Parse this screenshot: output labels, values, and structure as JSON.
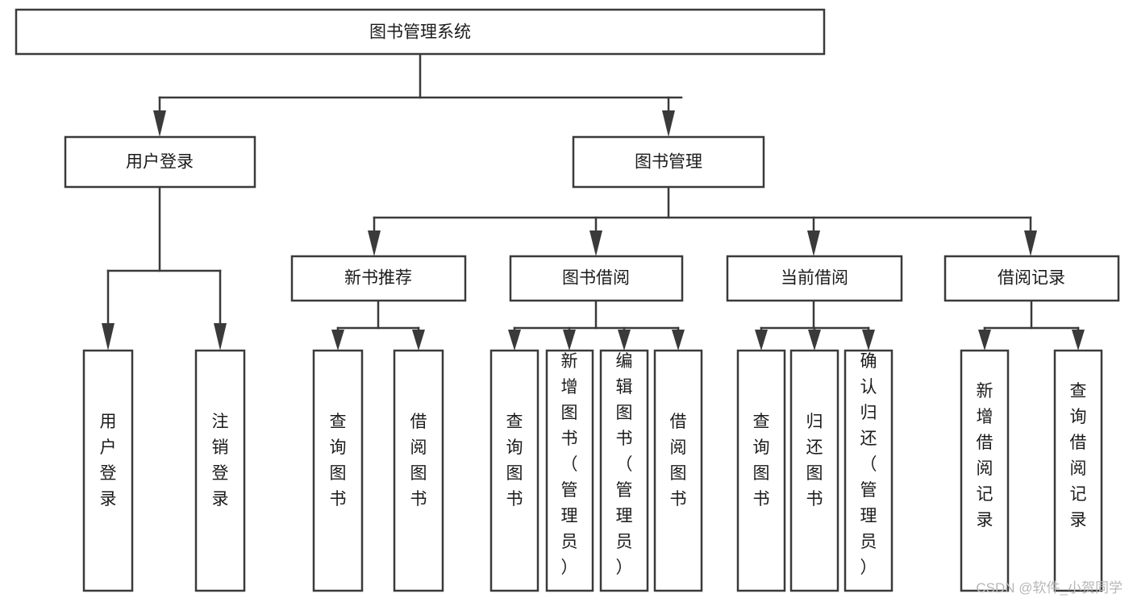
{
  "diagram": {
    "title": "图书管理系统",
    "type": "tree-structure-chart",
    "root": {
      "id": "root",
      "label": "图书管理系统",
      "orientation": "horizontal"
    },
    "level1": [
      {
        "id": "user-login",
        "label": "用户登录",
        "orientation": "horizontal"
      },
      {
        "id": "book-manage",
        "label": "图书管理",
        "orientation": "horizontal"
      }
    ],
    "level2": [
      {
        "id": "new-book-recommend",
        "label": "新书推荐",
        "parent": "book-manage",
        "orientation": "horizontal"
      },
      {
        "id": "book-borrow",
        "label": "图书借阅",
        "parent": "book-manage",
        "orientation": "horizontal"
      },
      {
        "id": "current-borrow",
        "label": "当前借阅",
        "parent": "book-manage",
        "orientation": "horizontal"
      },
      {
        "id": "borrow-record",
        "label": "借阅记录",
        "parent": "book-manage",
        "orientation": "horizontal"
      }
    ],
    "leaves": [
      {
        "id": "leaf-user-login",
        "label": "用户登录",
        "parent": "user-login",
        "orientation": "vertical"
      },
      {
        "id": "leaf-user-logout",
        "label": "注销登录",
        "parent": "user-login",
        "orientation": "vertical"
      },
      {
        "id": "leaf-query-book-1",
        "label": "查询图书",
        "parent": "new-book-recommend",
        "orientation": "vertical"
      },
      {
        "id": "leaf-borrow-book-1",
        "label": "借阅图书",
        "parent": "new-book-recommend",
        "orientation": "vertical"
      },
      {
        "id": "leaf-query-book-2",
        "label": "查询图书",
        "parent": "book-borrow",
        "orientation": "vertical"
      },
      {
        "id": "leaf-add-book",
        "label": "新增图书（管理员）",
        "parent": "book-borrow",
        "orientation": "vertical"
      },
      {
        "id": "leaf-edit-book",
        "label": "编辑图书（管理员）",
        "parent": "book-borrow",
        "orientation": "vertical"
      },
      {
        "id": "leaf-borrow-book-2",
        "label": "借阅图书",
        "parent": "book-borrow",
        "orientation": "vertical"
      },
      {
        "id": "leaf-query-book-3",
        "label": "查询图书",
        "parent": "current-borrow",
        "orientation": "vertical"
      },
      {
        "id": "leaf-return-book",
        "label": "归还图书",
        "parent": "current-borrow",
        "orientation": "vertical"
      },
      {
        "id": "leaf-confirm-return",
        "label": "确认归还（管理员）",
        "parent": "current-borrow",
        "orientation": "vertical"
      },
      {
        "id": "leaf-add-record",
        "label": "新增借阅记录",
        "parent": "borrow-record",
        "orientation": "vertical"
      },
      {
        "id": "leaf-query-record",
        "label": "查询借阅记录",
        "parent": "borrow-record",
        "orientation": "vertical"
      }
    ]
  },
  "watermark": {
    "text": "CSDN @软件_小贺同学"
  },
  "colors": {
    "stroke": "#3a3a3a",
    "fill": "#ffffff",
    "text": "#1b1b1b",
    "watermark": "#b7b7b7",
    "background": "#ffffff"
  }
}
